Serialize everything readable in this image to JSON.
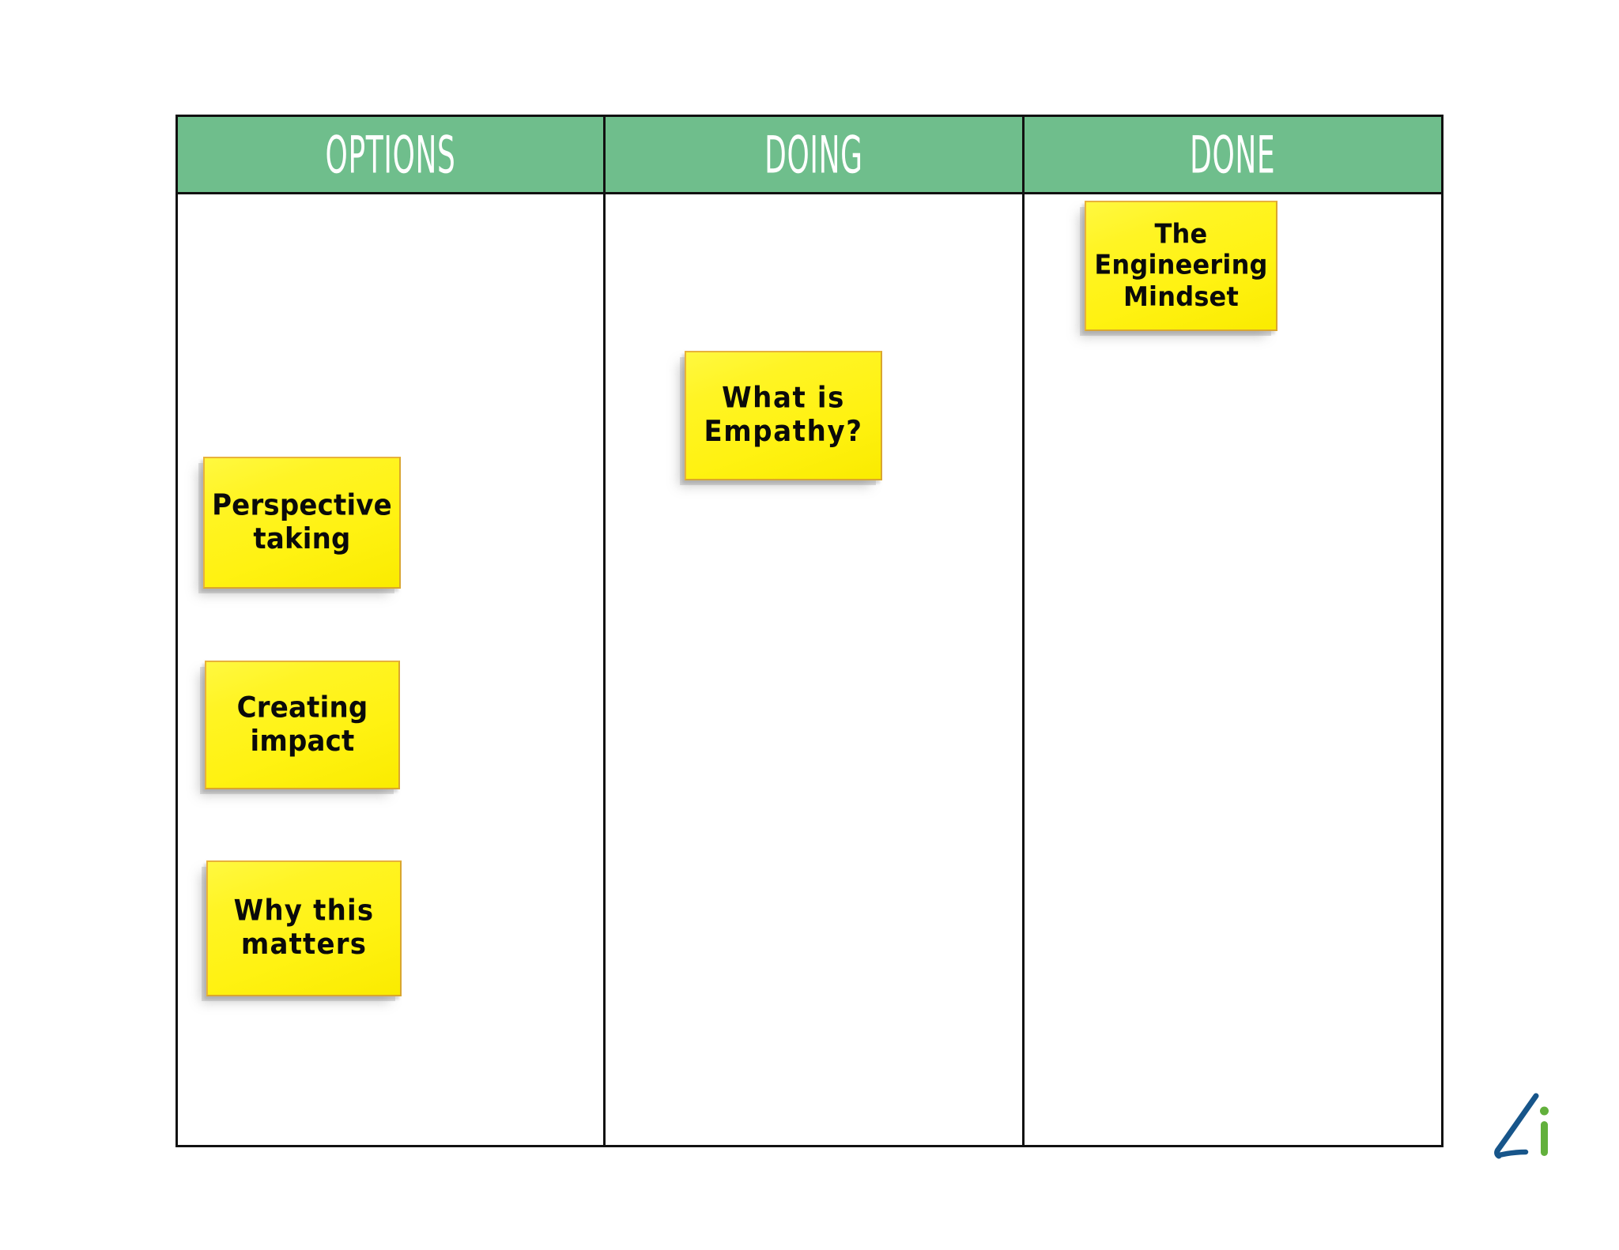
{
  "board": {
    "type": "kanban-board",
    "background_color": "#FFFFFF",
    "border_color": "#111111",
    "header_color": "#6FBE8C",
    "header_text_color": "#FFFFFF",
    "note_color": "#FFF212",
    "note_border_color": "#E8B23A",
    "note_text_color": "#0A0A0A",
    "columns": [
      {
        "id": "options",
        "title": "OPTIONS",
        "notes": [
          {
            "id": "perspective-taking",
            "text": "Perspective\ntaking"
          },
          {
            "id": "creating-impact",
            "text": "Creating\nimpact"
          },
          {
            "id": "why-this-matters",
            "text": "Why this\nmatters"
          }
        ]
      },
      {
        "id": "doing",
        "title": "DOING",
        "notes": [
          {
            "id": "what-is-empathy",
            "text": "What is\nEmpathy?"
          }
        ]
      },
      {
        "id": "done",
        "title": "DONE",
        "notes": [
          {
            "id": "engineering-mindset",
            "text": "The\nEngineering\nMindset"
          }
        ]
      }
    ]
  },
  "logo": {
    "name": "brand-logo",
    "stroke_color": "#17558A",
    "accent_color": "#62B03C",
    "letter": "i"
  }
}
